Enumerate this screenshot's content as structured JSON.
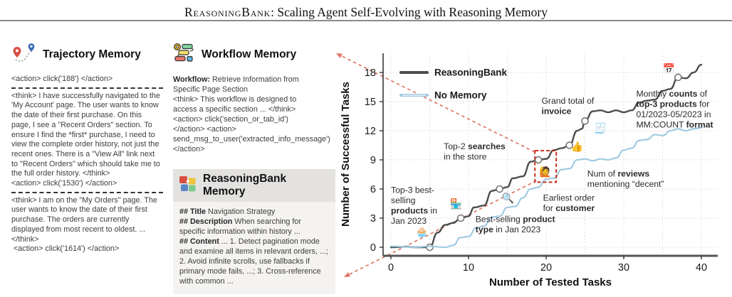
{
  "header": {
    "brand": "ReasoningBank",
    "title_rest": ": Scaling Agent Self-Evolving with Reasoning Memory"
  },
  "trajectory": {
    "title": "Trajectory Memory",
    "icon": "map-pins-route",
    "blocks": [
      "<action> click('188') </action>",
      "<think> I have successfully navigated to the 'My Account' page. The user wants to know the date of their first purchase. On this page, I see a \"Recent Orders\" section. To ensure I find the *first* purchase, I need to view the complete order history, not just the recent ones. There is a \"View All\" link next to \"Recent Orders\" which should take me to the full order history. </think>\n<action> click('1530') </action>",
      "<think> I am on the \"My Orders\" page. The user wants to know the date of their first purchase. The orders are currently displayed from most recent to oldest. ...</think>\n <action> click('1614') </action>"
    ]
  },
  "workflow": {
    "title": "Workflow Memory",
    "icon": "flowchart-gear",
    "label": "Workflow:",
    "intro": " Retrieve Information from Specific Page Section",
    "body": "<think> This workflow is designed to access a specific section ... </think>\n<action> click('section_or_tab_id') </action> <action> send_msg_to_user('extracted_info_message') </action>"
  },
  "reasoningbank": {
    "title": "ReasoningBank Memory",
    "icon": "puzzle-pieces",
    "lines": [
      {
        "label": "## Title",
        "text": " Navigation Strategy"
      },
      {
        "label": "## Description",
        "text": " When searching for specific information within history ..."
      },
      {
        "label": "## Content",
        "text": " ... 1. Detect pagination mode and examine all items in relevant orders, ...; 2. Avoid infinite scrolls, use fallbacks if primary mode fails, ...; 3. Cross-reference with common ..."
      }
    ]
  },
  "chart_data": {
    "type": "line",
    "xlabel": "Number of Tested Tasks",
    "ylabel": "Number of Successful Tasks",
    "xlim": [
      0,
      42
    ],
    "ylim": [
      0,
      20
    ],
    "xticks": [
      0,
      10,
      20,
      30,
      40
    ],
    "yticks": [
      0,
      3,
      6,
      9,
      12,
      15,
      18
    ],
    "grid": "dotted",
    "legend_position": "top-left",
    "accent_red": "#c63422",
    "arrow_red": "#dd7767",
    "series": [
      {
        "name": "ReasoningBank",
        "color": "#4d4d4d",
        "points": [
          [
            0,
            0
          ],
          [
            2,
            0.05
          ],
          [
            3,
            0
          ],
          [
            5,
            0
          ],
          [
            6,
            1.5
          ],
          [
            7,
            2.3
          ],
          [
            8,
            2.5
          ],
          [
            9,
            3
          ],
          [
            10,
            3.2
          ],
          [
            10.7,
            4.1
          ],
          [
            12,
            4.3
          ],
          [
            13,
            5.8
          ],
          [
            14,
            6
          ],
          [
            15,
            6.2
          ],
          [
            15.7,
            7.1
          ],
          [
            17,
            7.3
          ],
          [
            18,
            8.8
          ],
          [
            19,
            9
          ],
          [
            20,
            9.1
          ],
          [
            21,
            10
          ],
          [
            22,
            10.2
          ],
          [
            23,
            10.5
          ],
          [
            24,
            12
          ],
          [
            24.6,
            12.2
          ],
          [
            25,
            13
          ],
          [
            26,
            14
          ],
          [
            27,
            14.1
          ],
          [
            28,
            13.9
          ],
          [
            29,
            14.1
          ],
          [
            30,
            13.9
          ],
          [
            31,
            14.1
          ],
          [
            32,
            14.9
          ],
          [
            33,
            15.1
          ],
          [
            34,
            15.2
          ],
          [
            35,
            16.1
          ],
          [
            36,
            16.3
          ],
          [
            37,
            17.5
          ],
          [
            38,
            17.4
          ],
          [
            39,
            18
          ],
          [
            40,
            18.8
          ]
        ],
        "markers": [
          [
            5,
            0
          ],
          [
            9,
            3
          ],
          [
            14,
            6
          ],
          [
            19,
            9
          ],
          [
            23,
            10.5
          ],
          [
            25,
            13
          ],
          [
            37,
            17.5
          ]
        ]
      },
      {
        "name": "No Memory",
        "color": "#9ec9e2",
        "points": [
          [
            0,
            0.1
          ],
          [
            3,
            0
          ],
          [
            5,
            0.1
          ],
          [
            7,
            0
          ],
          [
            8,
            0.2
          ],
          [
            9,
            1
          ],
          [
            10,
            1.1
          ],
          [
            11,
            2
          ],
          [
            12,
            2.2
          ],
          [
            13,
            3.1
          ],
          [
            14,
            3.2
          ],
          [
            15,
            4.1
          ],
          [
            16,
            4.2
          ],
          [
            17,
            5.1
          ],
          [
            18,
            6
          ],
          [
            19,
            6.2
          ],
          [
            20,
            7
          ],
          [
            21,
            7.1
          ],
          [
            22,
            8
          ],
          [
            23,
            8.1
          ],
          [
            24,
            9
          ],
          [
            25,
            9.1
          ],
          [
            26,
            8.9
          ],
          [
            27,
            9.1
          ],
          [
            28,
            9
          ],
          [
            29,
            9.2
          ],
          [
            30,
            10
          ],
          [
            31,
            10.2
          ],
          [
            32,
            11
          ],
          [
            33,
            11.1
          ],
          [
            34,
            11.6
          ],
          [
            35,
            11.5
          ],
          [
            36,
            12
          ],
          [
            37,
            12.2
          ],
          [
            38,
            12
          ],
          [
            39,
            12.2
          ],
          [
            40,
            12.3
          ]
        ],
        "markers": []
      }
    ],
    "callout_box": {
      "x": 18.55,
      "y": 6.7,
      "w": 2.75,
      "h": 3.25
    },
    "annotations": [
      {
        "name": "grand-total-of-invoice",
        "x": 19.4,
        "y": 15.6,
        "lines": [
          [
            {
              "t": "Grand total of"
            }
          ],
          [
            {
              "t": "invoice",
              "b": true
            }
          ]
        ]
      },
      {
        "name": "monthly-counts",
        "x": 31.6,
        "y": 16.3,
        "lines": [
          [
            {
              "t": "Monthly "
            },
            {
              "t": "counts",
              "b": true
            },
            {
              "t": " of"
            }
          ],
          [
            {
              "t": "top-3 products",
              "b": true
            },
            {
              "t": " for"
            }
          ],
          [
            {
              "t": "01/2023-05/2023 in"
            }
          ],
          [
            {
              "t": "MM:COUNT "
            },
            {
              "t": "format",
              "b": true
            }
          ]
        ]
      },
      {
        "name": "top2-searches",
        "x": 6.8,
        "y": 10.9,
        "lines": [
          [
            {
              "t": "Top-2 "
            },
            {
              "t": "searches",
              "b": true
            }
          ],
          [
            {
              "t": "in the store"
            }
          ]
        ]
      },
      {
        "name": "top3-best-selling",
        "x": 0.0,
        "y": 6.4,
        "lines": [
          [
            {
              "t": "Top-3 best-"
            }
          ],
          [
            {
              "t": "selling"
            }
          ],
          [
            {
              "t": "products",
              "b": true
            },
            {
              "t": " in"
            }
          ],
          [
            {
              "t": "Jan 2023"
            }
          ]
        ]
      },
      {
        "name": "best-selling-product-type",
        "x": 10.9,
        "y": 3.4,
        "lines": [
          [
            {
              "t": "Best-selling "
            },
            {
              "t": "product",
              "b": true
            }
          ],
          [
            {
              "t": "type",
              "b": true
            },
            {
              "t": " in Jan 2023"
            }
          ]
        ]
      },
      {
        "name": "earliest-order",
        "x": 19.6,
        "y": 5.6,
        "lines": [
          [
            {
              "t": "Earliest order"
            }
          ],
          [
            {
              "t": "for "
            },
            {
              "t": "customer",
              "b": true
            }
          ]
        ]
      },
      {
        "name": "num-of-reviews",
        "x": 25.3,
        "y": 8.1,
        "lines": [
          [
            {
              "t": "Num of "
            },
            {
              "t": "reviews",
              "b": true
            }
          ],
          [
            {
              "t": "mentioning “decent”"
            }
          ]
        ]
      }
    ],
    "icons": [
      {
        "name": "cupcake-icon",
        "glyph": "🧁",
        "x": 4.0,
        "y": 1.6
      },
      {
        "name": "store-icon",
        "glyph": "🏪",
        "x": 8.4,
        "y": 4.5
      },
      {
        "name": "magnifier-icon",
        "glyph": "🔍",
        "x": 15.1,
        "y": 5.1
      },
      {
        "name": "customer-icon",
        "glyph": "🙋",
        "x": 19.9,
        "y": 7.8
      },
      {
        "name": "thumbs-up-icon",
        "glyph": "👍",
        "x": 24.0,
        "y": 10.4
      },
      {
        "name": "invoice-icon",
        "glyph": "🧾",
        "x": 27.0,
        "y": 12.3
      },
      {
        "name": "spreadsheet-icon",
        "glyph": "📅",
        "x": 35.8,
        "y": 18.4
      }
    ]
  }
}
